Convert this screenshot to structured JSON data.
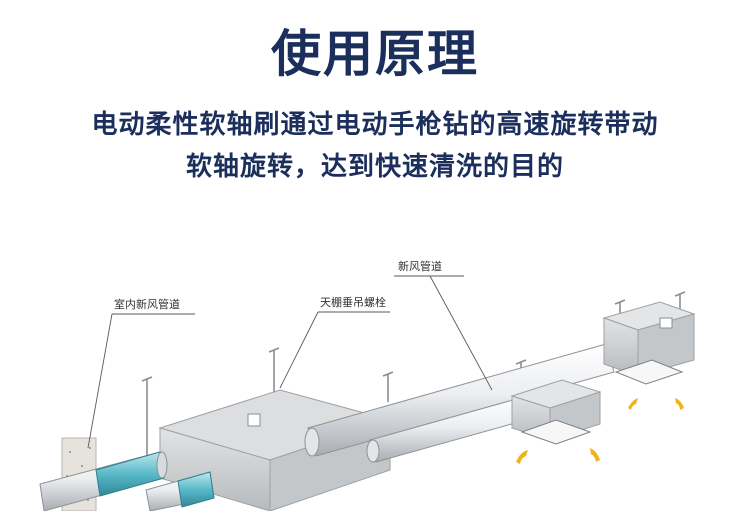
{
  "header": {
    "title": "使用原理",
    "subtitle_line1": "电动柔性软轴刷通过电动手枪钻的高速旋转带动",
    "subtitle_line2": "软轴旋转，达到快速清洗的目的"
  },
  "diagram": {
    "labels": {
      "indoor_duct": "室内新风管道",
      "ceiling_bolt": "天棚垂吊螺栓",
      "fresh_air_duct": "新风管道"
    },
    "colors": {
      "title": "#1c2f5c",
      "duct_white": "#f2f3f5",
      "duct_teal": "#59b9c9",
      "box_gray": "#c9cbcd",
      "airflow": "#f2b21e"
    }
  }
}
